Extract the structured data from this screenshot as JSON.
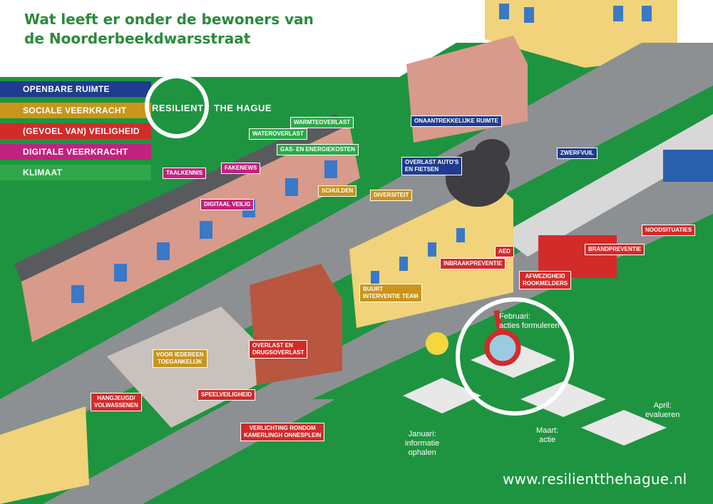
{
  "header": {
    "title_line1": "Wat leeft er onder de bewoners van",
    "title_line2": "de Noorderbeekdwarsstraat"
  },
  "logo": {
    "word1": "RESILIENT",
    "word2": "THE HAGUE"
  },
  "colors": {
    "green_bg": "#1e9440",
    "road": "#8a8d90",
    "openbare_ruimte": "#1f3c8f",
    "sociale_veerkracht": "#c9951a",
    "veiligheid": "#d32a2a",
    "digitale_veerkracht": "#c0237e",
    "klimaat": "#2ea84a"
  },
  "legend": [
    {
      "label": "OPENBARE RUIMTE",
      "color": "#1f3c8f"
    },
    {
      "label": "SOCIALE VEERKRACHT",
      "color": "#c9951a"
    },
    {
      "label": "(GEVOEL VAN) VEILIGHEID",
      "color": "#d32a2a"
    },
    {
      "label": "DIGITALE VEERKRACHT",
      "color": "#c0237e"
    },
    {
      "label": "KLIMAAT",
      "color": "#2ea84a"
    }
  ],
  "labels": {
    "warmteoverlast": "WARMTEOVERLAST",
    "wateroverlast": "WATEROVERLAST",
    "gas": "GAS- EN ENERGIEKOSTEN",
    "taalkennis": "TAALKENNIS",
    "fakenews": "FAKENEWS",
    "digitaal": "DIGITAAL VEILIG",
    "schulden": "SCHULDEN",
    "diversiteit": "DIVERSITEIT",
    "onaantrekkelijk": "ONAANTREKKELIJKE RUIMTE",
    "overlast_autos_1": "OVERLAST AUTO'S",
    "overlast_autos_2": "EN FIETSEN",
    "zwerfvuil": "ZWERFVUIL",
    "noodsituaties": "NOODSITUATIES",
    "brandpreventie": "BRANDPREVENTIE",
    "aed": "AED",
    "inbraak": "INBRAAKPREVENTIE",
    "afwezig_1": "AFWEZIGHEID",
    "afwezig_2": "ROOKMELDERS",
    "buurt_1": "BUURT",
    "buurt_2": "INTERVENTIE TEAM",
    "drugs_1": "OVERLAST EN",
    "drugs_2": "DRUGSOVERLAST",
    "toegankelijk_1": "VOOR IEDEREEN",
    "toegankelijk_2": "TOEGANKELIJK",
    "speelveiligheid": "SPEELVEILIGHEID",
    "hangjeugd_1": "HANGJEUGD/",
    "hangjeugd_2": "VOLWASSENEN",
    "verlichting_1": "VERLICHTING RONDOM",
    "verlichting_2": "KAMERLINGH ONNESPLEIN"
  },
  "steps": {
    "januari_1": "Januari:",
    "januari_2": "informatie",
    "januari_3": "ophalen",
    "februari_1": "Februari:",
    "februari_2": "acties formuleren",
    "maart_1": "Maart:",
    "maart_2": "actie",
    "april_1": "April:",
    "april_2": "evalueren"
  },
  "footer": {
    "website": "www.resilientthehague.nl"
  }
}
